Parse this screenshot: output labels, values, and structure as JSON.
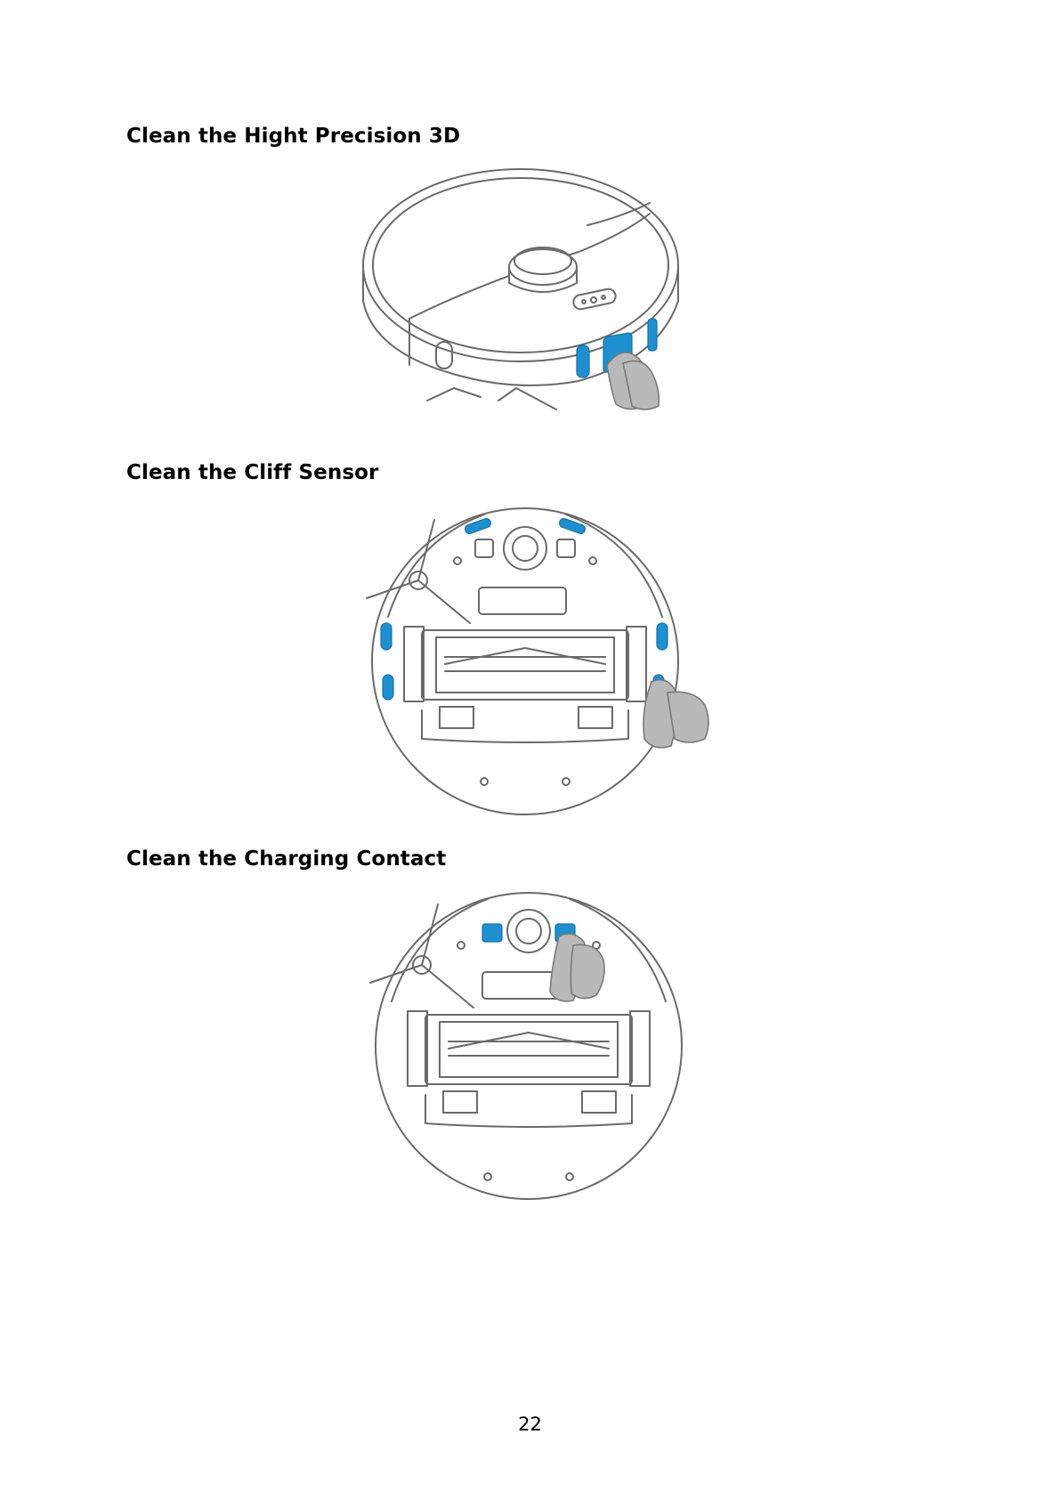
{
  "sections": [
    {
      "title": "Clean the Hight Precision 3D",
      "illustration": "robot-top-view-sensor-cleaning"
    },
    {
      "title": "Clean the Cliff Sensor",
      "illustration": "robot-bottom-view-cliff-sensor-cleaning"
    },
    {
      "title": "Clean the Charging Contact",
      "illustration": "robot-bottom-view-charging-contact-cleaning"
    }
  ],
  "page_number": "22",
  "colors": {
    "highlight": "#1f8fcf",
    "cloth": "#b9b9b9",
    "line": "#6a6a6a"
  }
}
